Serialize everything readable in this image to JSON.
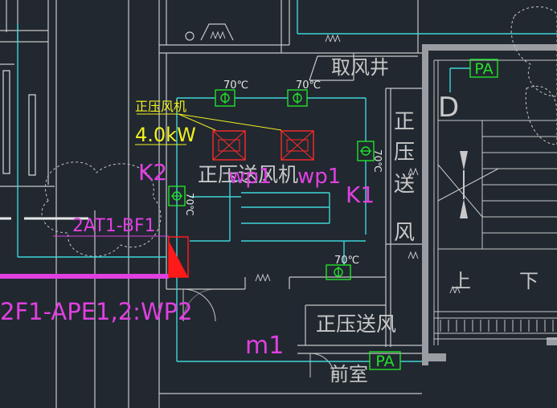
{
  "colors": {
    "background": "#212830",
    "wall": "#8a8e94",
    "wall_fill": "#9a9ea3",
    "duct": "#3fd5d8",
    "damper": "#22e02a",
    "fan": "#ff2a2a",
    "magenta": "#e040e0",
    "yellow": "#f0f020",
    "red": "#ff1a1a",
    "line_dim": "#c8c8c8"
  },
  "labels": {
    "air_intake_shaft": "取风井",
    "fan_title": "正压风机",
    "fan_power": "4.0kW",
    "fan_tag_k2": "K2",
    "fan_tag_k1": "K1",
    "fan_desc": "正压送风机",
    "fan_code_1": "wp1",
    "fan_code_2": "wp1",
    "duct_tag": "2AT1-BF1",
    "cable_tag": "2F1-APE1,2:WP2",
    "pressurized_supply_vertical": [
      "正",
      "压",
      "送",
      "风"
    ],
    "pressurized_supply_room": "正压送风",
    "vestibule": "前室",
    "room_m1": "m1",
    "stair_up": "上",
    "stair_down": "下",
    "grille_pa_top": "PA",
    "grille_pa_bottom": "PA",
    "damper_temp_1": "70℃",
    "damper_temp_2": "70℃",
    "damper_temp_3": "70℃",
    "damper_temp_4": "70℃",
    "damper_temp_5": "70℃",
    "stair_letter": "D"
  },
  "icons": {
    "damper": "fire-damper-icon",
    "fan": "fan-unit-icon",
    "plant": "shrub-symbol-icon",
    "arrow": "direction-arrow-icon"
  }
}
